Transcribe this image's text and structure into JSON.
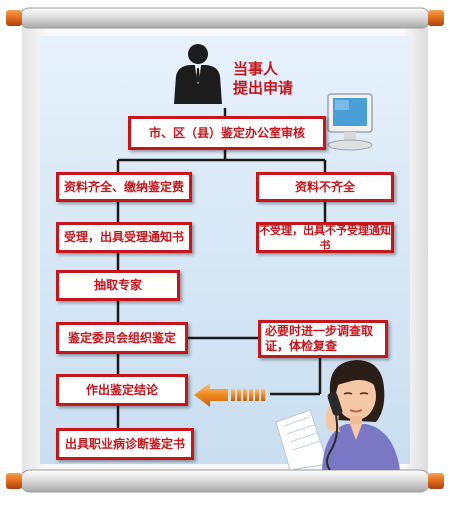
{
  "applicant": {
    "line1": "当事人",
    "line2": "提出申请"
  },
  "nodes": {
    "review": "市、区（县）鉴定办公室审核",
    "complete": "资料齐全、缴纳鉴定费",
    "incomplete": "资料不齐全",
    "accept": "受理，出具受理通知书",
    "reject": "不受理，出具不予受理通知书",
    "experts": "抽取专家",
    "committee": "鉴定委员会组织鉴定",
    "further": "必要时进一步调查取证，体检复查",
    "conclusion": "作出鉴定结论",
    "certificate": "出具职业病诊断鉴定书"
  },
  "colors": {
    "accent": "#c8151b",
    "scroll_rod": "#e06a1c",
    "panel": "#d6e8f7",
    "arrow": "#f08a1f"
  },
  "icons": {
    "person": "person-icon",
    "computer": "computer-icon",
    "operator": "operator-woman-illustration"
  }
}
